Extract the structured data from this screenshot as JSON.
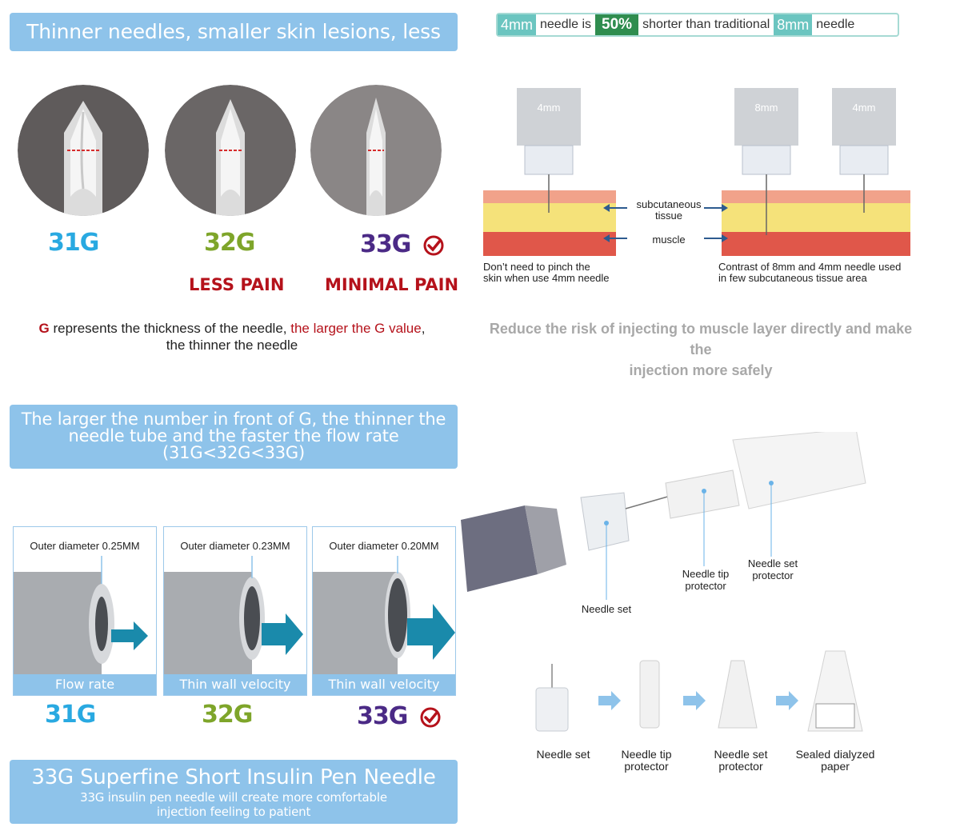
{
  "top_banner": "Thinner needles, smaller skin lesions, less pain",
  "gauges_top": [
    {
      "label": "31G",
      "pain": ""
    },
    {
      "label": "32G",
      "pain": "LESS PAIN"
    },
    {
      "label": "33G",
      "pain": "MINIMAL PAIN"
    }
  ],
  "gauge_note": {
    "g": "G",
    "part1": " represents the thickness of the needle, ",
    "part2": "the larger the G value",
    "part3": ",",
    "line2": "the thinner the needle"
  },
  "comparison": {
    "len_a": "4mm",
    "text1": "needle is",
    "percent": "50%",
    "text2": "shorter than traditional",
    "len_b": "8mm",
    "text3": "needle"
  },
  "diagram": {
    "pen_a": "4mm",
    "pen_b": "8mm",
    "pen_c": "4mm",
    "subcutaneous_line1": "subcutaneous",
    "subcutaneous_line2": "tissue",
    "muscle": "muscle",
    "caption_left_1": "Don’t need to pinch the",
    "caption_left_2": "skin when use 4mm needle",
    "caption_right_1": "Contrast of 8mm and 4mm needle used",
    "caption_right_2": "in few subcutaneous tissue area"
  },
  "safety_line1": "Reduce the risk of injecting to muscle layer directly and make the",
  "safety_line2": "injection more safely",
  "mid_banner": {
    "line1": "The larger the number in front of G, the thinner the",
    "line2": "needle tube and the faster the flow rate",
    "line3": "(31G<32G<33G)"
  },
  "tubes": [
    {
      "diameter": "Outer diameter 0.25MM",
      "caption": "Flow rate",
      "gauge": "31G"
    },
    {
      "diameter": "Outer diameter 0.23MM",
      "caption": "Thin wall velocity",
      "gauge": "32G"
    },
    {
      "diameter": "Outer diameter 0.20MM",
      "caption": "Thin wall velocity",
      "gauge": "33G"
    }
  ],
  "exploded": {
    "needle_set": "Needle set",
    "tip_protector_1": "Needle tip",
    "tip_protector_2": "protector",
    "set_protector_1": "Needle set",
    "set_protector_2": "protector"
  },
  "steps": [
    {
      "line1": "Needle set",
      "line2": ""
    },
    {
      "line1": "Needle tip",
      "line2": "protector"
    },
    {
      "line1": "Needle set",
      "line2": "protector"
    },
    {
      "line1": "Sealed dialyzed",
      "line2": "paper"
    }
  ],
  "bottom_banner": {
    "title": "33G Superfine Short Insulin Pen Needle",
    "line1": "33G insulin pen needle will create more comfortable",
    "line2": "injection feeling to patient"
  },
  "colors": {
    "banner": "#8ec3ea",
    "g31": "#29a9e1",
    "g32": "#7ea52a",
    "g33": "#4b2a86",
    "red": "#b5121b",
    "green": "#2f8d4f",
    "teal": "#6bc5c0"
  }
}
